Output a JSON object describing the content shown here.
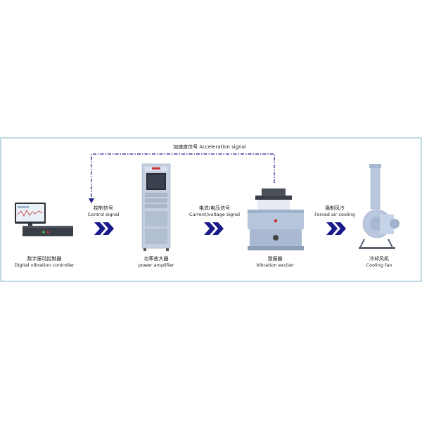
{
  "top_signal": {
    "cn": "加速度信号",
    "en": "Acceleration signal"
  },
  "signals": [
    {
      "cn": "控制信号",
      "en": "Control signal"
    },
    {
      "cn": "电流/电压信号",
      "en": "Current/voltage signal"
    },
    {
      "cn": "强制风冷",
      "en": "Forced air cooling"
    }
  ],
  "devices": [
    {
      "cn": "数字振动控制器",
      "en": "Digital vibration controller"
    },
    {
      "cn": "功率放大器",
      "en": "power amplifier"
    },
    {
      "cn": "激振器",
      "en": "Vibration exciter"
    },
    {
      "cn": "冷却风机",
      "en": "Cooling fan"
    }
  ],
  "colors": {
    "border": "#7fb5c2",
    "arrow": "#1b1a8a",
    "equipment": "#b7c6dd",
    "dashed_line": "#1b1a8a"
  }
}
